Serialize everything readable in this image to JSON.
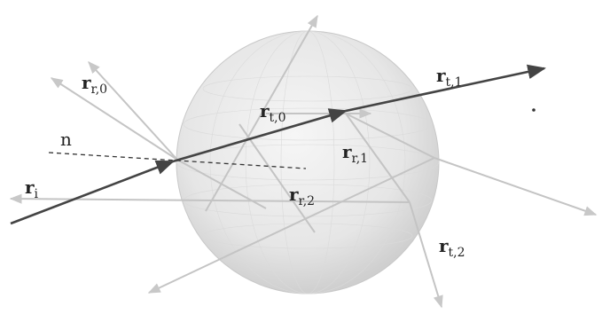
{
  "diagram": {
    "labels": {
      "r_t1": {
        "main": "r",
        "sub": "t,1"
      },
      "r_r0": {
        "main": "r",
        "sub": "r,0"
      },
      "r_t0": {
        "main": "r",
        "sub": "t,0"
      },
      "n": {
        "main": "n",
        "sub": ""
      },
      "r_r1": {
        "main": "r",
        "sub": "r,1"
      },
      "r_i": {
        "main": "r",
        "sub": "i"
      },
      "r_r2": {
        "main": "r",
        "sub": "r,2"
      },
      "r_t2": {
        "main": "r",
        "sub": "t,2"
      }
    }
  }
}
